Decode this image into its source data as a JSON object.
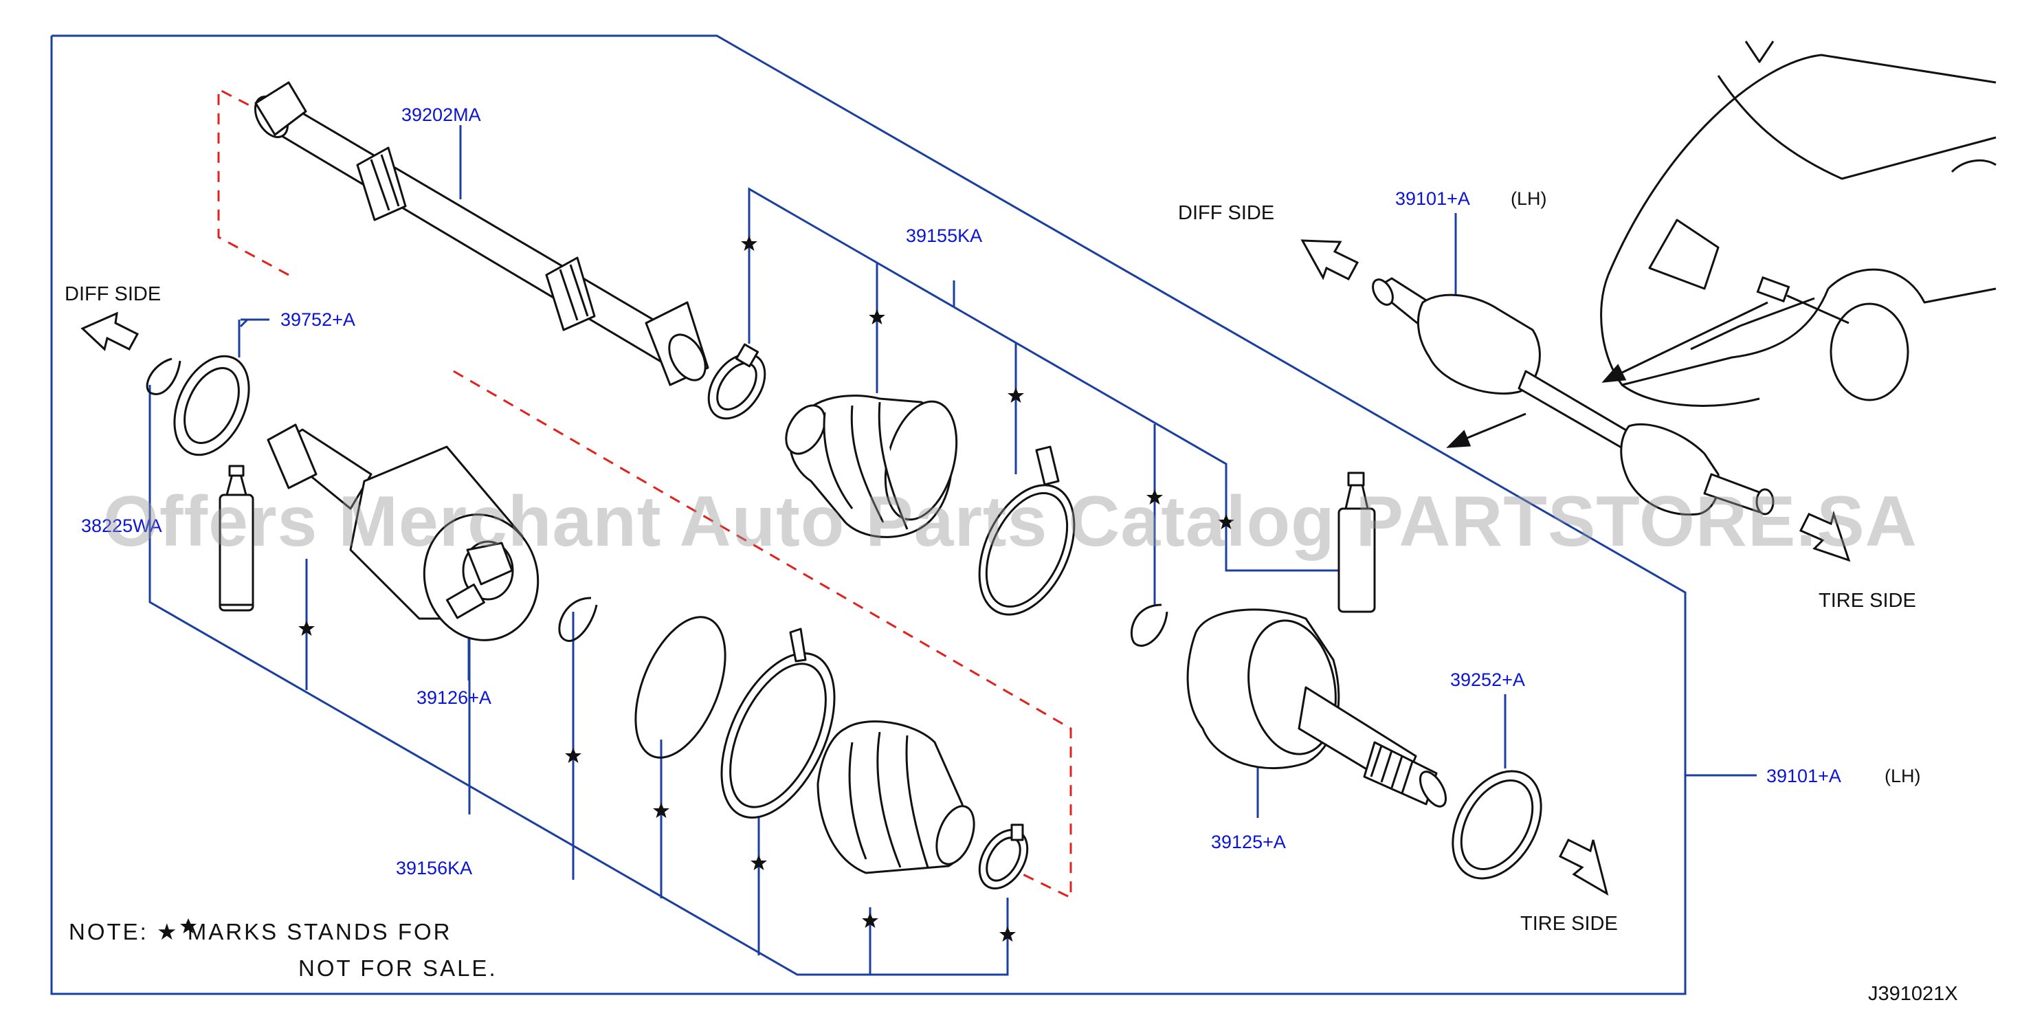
{
  "part_labels": [
    {
      "id": "shaft",
      "text": "39202MA"
    },
    {
      "id": "band-upper",
      "text": "39155KA"
    },
    {
      "id": "diff-seal",
      "text": "39752+A"
    },
    {
      "id": "snap-ring",
      "text": "38225WA"
    },
    {
      "id": "inner-joint",
      "text": "39126+A"
    },
    {
      "id": "boot-kit",
      "text": "39156KA"
    },
    {
      "id": "outer-joint",
      "text": "39125+A"
    },
    {
      "id": "dust-cover",
      "text": "39252+A"
    },
    {
      "id": "assembly-main",
      "text": "39101+A"
    },
    {
      "id": "assembly-inset",
      "text": "39101+A"
    }
  ],
  "side_labels": {
    "lh_main": "(LH)",
    "lh_inset": "(LH)",
    "diff_side_left": "DIFF  SIDE",
    "diff_side_inset": "DIFF  SIDE",
    "tire_side_bottom": "TIRE  SIDE",
    "tire_side_inset": "TIRE  SIDE"
  },
  "note": {
    "line1": "NOTE:   ★ MARKS  STANDS  FOR",
    "line2": "NOT  FOR  SALE."
  },
  "watermark": "Offers Merchant Auto Parts Catalog PARTSTORE.SA",
  "diagram_code": "J391021X",
  "colors": {
    "line": "#1a3fa0",
    "label": "#0a14d6",
    "dashed": "#e0231c",
    "ink": "#111111"
  }
}
